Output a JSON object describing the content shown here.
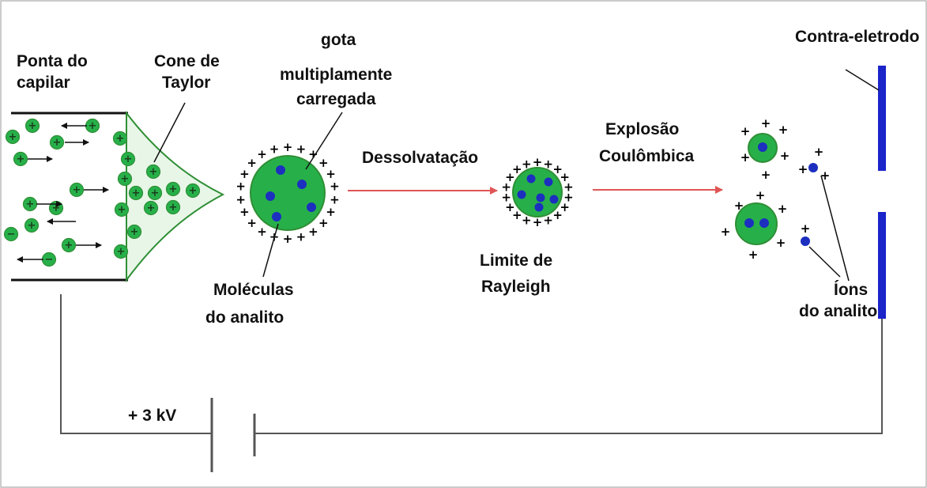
{
  "colors": {
    "droplet_green": "#27b04a",
    "droplet_stroke": "#2f8f35",
    "analyte_blue": "#1c2fbf",
    "electrode_blue": "#1a24c9",
    "arrow_red": "#e05555",
    "wire": "#555555",
    "capillary": "#111111"
  },
  "labels": {
    "capillary_tip": [
      "Ponta do",
      "capilar"
    ],
    "taylor_cone": [
      "Cone de",
      "Taylor"
    ],
    "charged_droplet": [
      "gota",
      "multiplamente",
      "carregada"
    ],
    "desolvation": "Dessolvatação",
    "coulomb_explosion": [
      "Explosão",
      "Coulômbica"
    ],
    "counter_electrode": "Contra-eletrodo",
    "analyte_molecules": [
      "Moléculas",
      "do analito"
    ],
    "rayleigh_limit": [
      "Limite de",
      "Rayleigh"
    ],
    "analyte_ions": [
      "Íons",
      "do analito"
    ],
    "voltage": "+ 3 kV"
  },
  "symbols": {
    "positive_charge": "+",
    "negative_charge": "−"
  }
}
